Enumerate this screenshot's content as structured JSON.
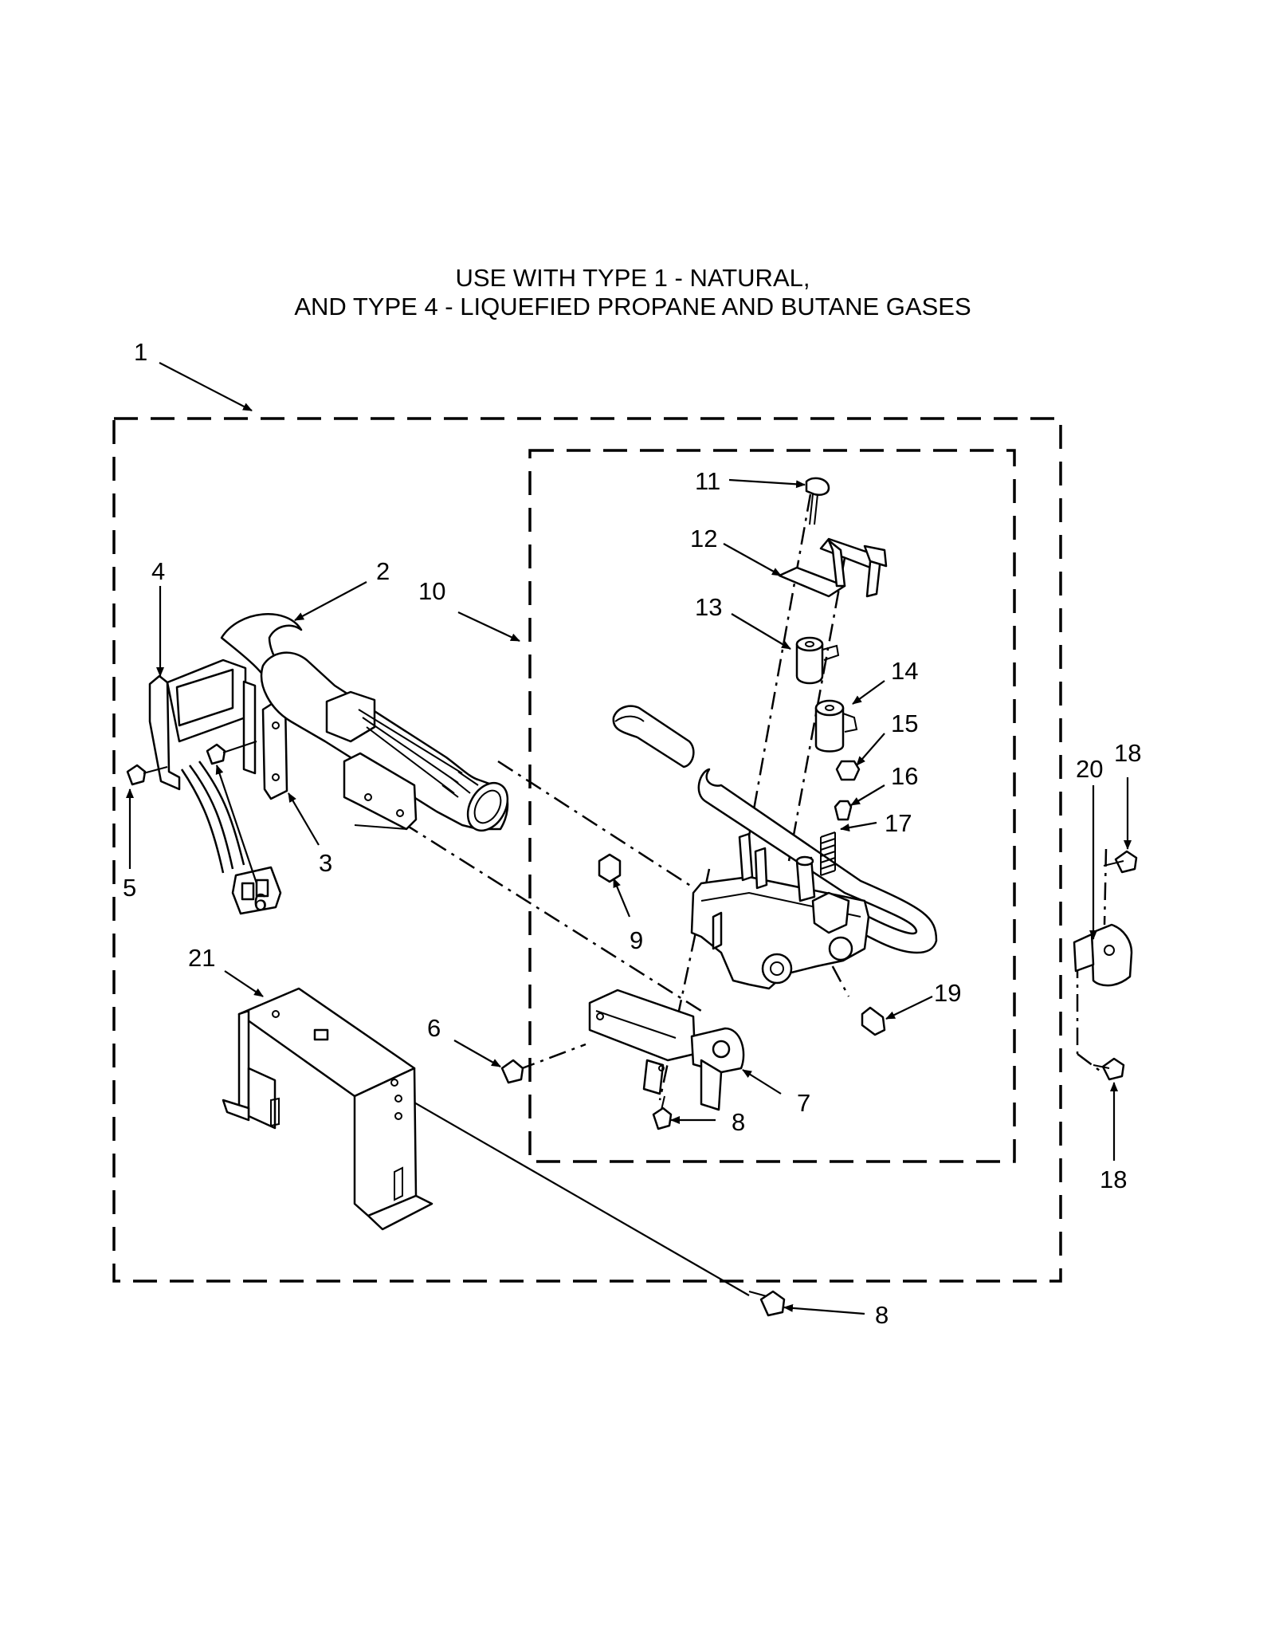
{
  "title": {
    "line1": "USE WITH TYPE 1 - NATURAL,",
    "line2": "AND TYPE 4 - LIQUEFIED PROPANE AND BUTANE GASES"
  },
  "callouts": {
    "c1": "1",
    "c2": "2",
    "c3": "3",
    "c4": "4",
    "c5": "5",
    "c6a": "6",
    "c6b": "6",
    "c7": "7",
    "c8a": "8",
    "c8b": "8",
    "c9": "9",
    "c10": "10",
    "c11": "11",
    "c12": "12",
    "c13": "13",
    "c14": "14",
    "c15": "15",
    "c16": "16",
    "c17": "17",
    "c18a": "18",
    "c18b": "18",
    "c19": "19",
    "c20": "20",
    "c21": "21"
  }
}
